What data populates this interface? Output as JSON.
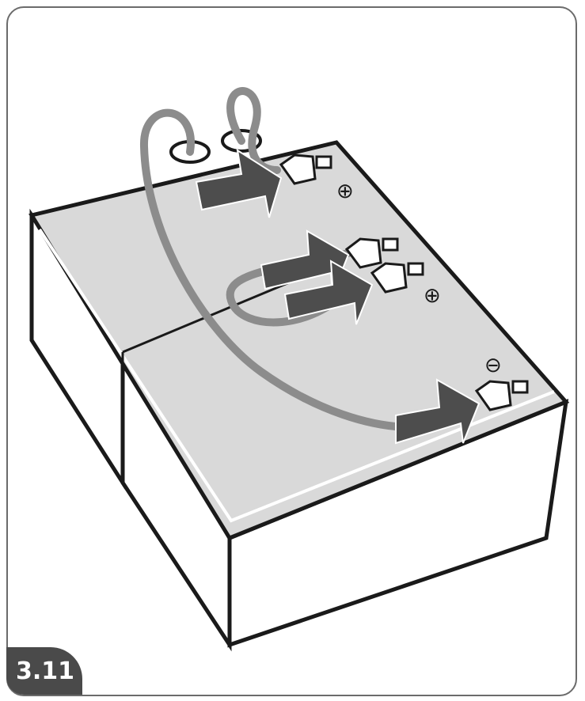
{
  "figure": {
    "number": "3.11"
  },
  "colors": {
    "frame_border": "#6b6b6b",
    "battery_top": "#d9d9d9",
    "battery_side": "#ffffff",
    "outline": "#1a1a1a",
    "cable": "#8c8c8c",
    "arrow": "#4d4d4d",
    "badge": "#4a4a4a"
  },
  "terminals": [
    {
      "symbol": "⊕",
      "polarity": "positive"
    },
    {
      "symbol": "⊕",
      "polarity": "positive"
    },
    {
      "symbol": "⊖",
      "polarity": "negative"
    }
  ]
}
